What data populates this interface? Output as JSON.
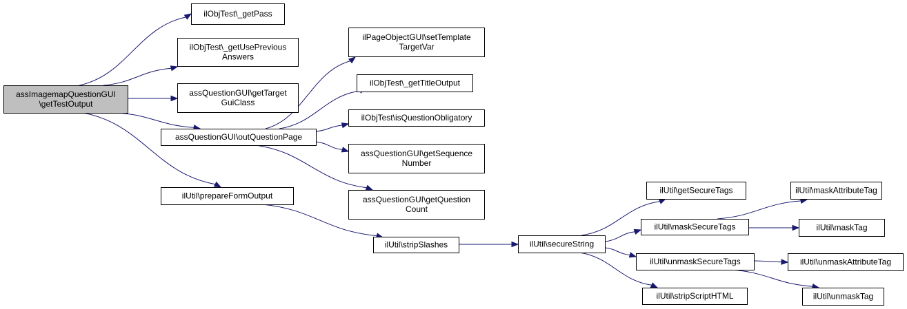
{
  "nodes": [
    {
      "id": "root",
      "lines": [
        "assImagemapQuestionGUI",
        "\\getTestOutput"
      ],
      "highlight": true
    },
    {
      "id": "getPass",
      "lines": [
        "ilObjTest\\_getPass"
      ]
    },
    {
      "id": "getUsePrev",
      "lines": [
        "ilObjTest\\_getUsePrevious",
        "Answers"
      ]
    },
    {
      "id": "getTargetGui",
      "lines": [
        "assQuestionGUI\\getTarget",
        "GuiClass"
      ]
    },
    {
      "id": "outQuestionPage",
      "lines": [
        "assQuestionGUI\\outQuestionPage"
      ]
    },
    {
      "id": "prepareFormOutput",
      "lines": [
        "ilUtil\\prepareFormOutput"
      ]
    },
    {
      "id": "setTemplateTargetVar",
      "lines": [
        "ilPageObjectGUI\\setTemplate",
        "TargetVar"
      ]
    },
    {
      "id": "getTitleOutput",
      "lines": [
        "ilObjTest\\_getTitleOutput"
      ]
    },
    {
      "id": "isQuestionObligatory",
      "lines": [
        "ilObjTest\\isQuestionObligatory"
      ]
    },
    {
      "id": "getSequenceNumber",
      "lines": [
        "assQuestionGUI\\getSequence",
        "Number"
      ]
    },
    {
      "id": "getQuestionCount",
      "lines": [
        "assQuestionGUI\\getQuestion",
        "Count"
      ]
    },
    {
      "id": "stripSlashes",
      "lines": [
        "ilUtil\\stripSlashes"
      ]
    },
    {
      "id": "secureString",
      "lines": [
        "ilUtil\\secureString"
      ]
    },
    {
      "id": "getSecureTags",
      "lines": [
        "ilUtil\\getSecureTags"
      ]
    },
    {
      "id": "maskSecureTags",
      "lines": [
        "ilUtil\\maskSecureTags"
      ]
    },
    {
      "id": "unmaskSecureTags",
      "lines": [
        "ilUtil\\unmaskSecureTags"
      ]
    },
    {
      "id": "stripScriptHTML",
      "lines": [
        "ilUtil\\stripScriptHTML"
      ]
    },
    {
      "id": "maskAttributeTag",
      "lines": [
        "ilUtil\\maskAttributeTag"
      ]
    },
    {
      "id": "maskTag",
      "lines": [
        "ilUtil\\maskTag"
      ]
    },
    {
      "id": "unmaskAttributeTag",
      "lines": [
        "ilUtil\\unmaskAttributeTag"
      ]
    },
    {
      "id": "unmaskTag",
      "lines": [
        "ilUtil\\unmaskTag"
      ]
    }
  ],
  "edges": [
    {
      "from": "root",
      "to": "getPass"
    },
    {
      "from": "root",
      "to": "getUsePrev"
    },
    {
      "from": "root",
      "to": "getTargetGui"
    },
    {
      "from": "root",
      "to": "outQuestionPage"
    },
    {
      "from": "root",
      "to": "prepareFormOutput"
    },
    {
      "from": "outQuestionPage",
      "to": "setTemplateTargetVar"
    },
    {
      "from": "outQuestionPage",
      "to": "getTitleOutput"
    },
    {
      "from": "outQuestionPage",
      "to": "isQuestionObligatory"
    },
    {
      "from": "outQuestionPage",
      "to": "getSequenceNumber"
    },
    {
      "from": "outQuestionPage",
      "to": "getQuestionCount"
    },
    {
      "from": "prepareFormOutput",
      "to": "stripSlashes"
    },
    {
      "from": "stripSlashes",
      "to": "secureString"
    },
    {
      "from": "secureString",
      "to": "getSecureTags"
    },
    {
      "from": "secureString",
      "to": "maskSecureTags"
    },
    {
      "from": "secureString",
      "to": "unmaskSecureTags"
    },
    {
      "from": "secureString",
      "to": "stripScriptHTML"
    },
    {
      "from": "maskSecureTags",
      "to": "maskAttributeTag"
    },
    {
      "from": "maskSecureTags",
      "to": "maskTag"
    },
    {
      "from": "unmaskSecureTags",
      "to": "unmaskAttributeTag"
    },
    {
      "from": "unmaskSecureTags",
      "to": "unmaskTag"
    }
  ],
  "colors": {
    "edge": "#191970",
    "root_fill": "#bfbfbf",
    "node_fill": "#ffffff",
    "border": "#000000"
  }
}
